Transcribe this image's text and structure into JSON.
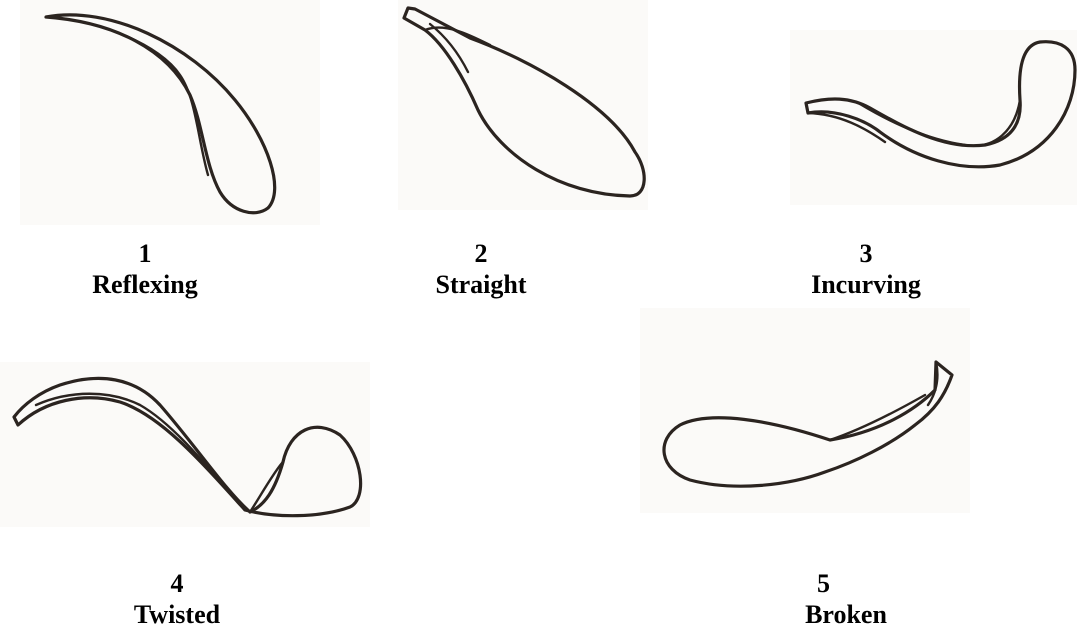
{
  "figures": [
    {
      "number": "1",
      "name": "Reflexing"
    },
    {
      "number": "2",
      "name": "Straight"
    },
    {
      "number": "3",
      "name": "Incurving"
    },
    {
      "number": "4",
      "name": "Twisted"
    },
    {
      "number": "5",
      "name": "Broken"
    }
  ]
}
